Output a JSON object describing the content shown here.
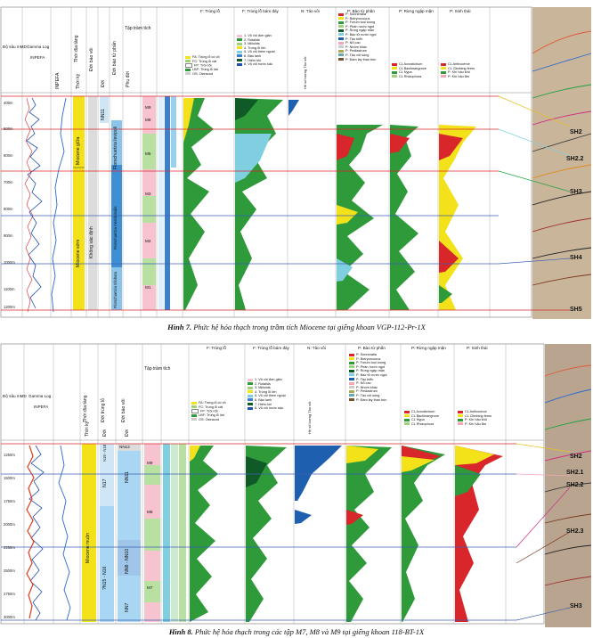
{
  "figure7": {
    "caption_label": "Hình 7.",
    "caption_text": "Phức hệ hóa thạch trong trầm tích Miocene tại giếng khoan VGP-112-Pr-1X",
    "depth_header": "Độ sâu mMD",
    "log_header": "Gamma Log",
    "inpefa_header": "INPEFA",
    "col_inpefa": "INPEFA",
    "col_thoi_dia_tang": "Thời địa tầng",
    "col_thoi_ky": "Thời kỳ",
    "col_doi_bao_voi": "Đới bào vôi",
    "col_doi_bao_phan": "Đới bào tử phấn",
    "col_doi": "Đới",
    "col_phu_doi": "Phụ đới",
    "col_tap_tram_tich": "Tập trầm tích",
    "panel_trung_lo": "F: Trùng lỗ",
    "panel_trung_lo_bam_day": "F: Trùng lỗ bám đáy",
    "panel_tao_voi": "N: Tảo vôi",
    "panel_bao_tu_phan": "P: Bào tử phấn",
    "panel_rung_ngap_man": "P: Rừng ngập mặn",
    "panel_sinh_thai": "P: Sinh thái",
    "epoch_1": "Miocene giữa",
    "epoch_2": "Miocene sớm",
    "zone_1": "NN11",
    "zone_2": "Không xác định",
    "pollen_1": "Florschuetzia levipoli",
    "pollen_2": "Florschuetzia meridionalis",
    "pollen_3": "Florschuetzia trilobata",
    "sequences": [
      "M9",
      "M8",
      "M5",
      "M3",
      "M2",
      "M1"
    ],
    "depth_ticks": [
      "400m",
      "500m",
      "600m",
      "700m",
      "800m",
      "900m",
      "1000m",
      "1100m",
      "1200m"
    ],
    "seismic_labels": [
      "SH2",
      "SH2.2",
      "SH3",
      "SH4",
      "SH5"
    ],
    "legend_trung_lo": [
      "FA: Trùng lỗ có vỏ",
      "FC: Trùng lỗ cát",
      "FP: Trôi nổi",
      "LBF: Trùng lỗ lớn",
      "OS: Ostracod"
    ],
    "legend_bam_day": [
      "1. Vỏ vôi đơn giản",
      "2. Rotalids",
      "3. Miliolids",
      "4. Trùng lỗ lớn",
      "5. Vỏ vôi thềm ngoài",
      "6. Bậu lạnh",
      "7. Hiếm khi",
      "8. Vỏ vôi nước sâu"
    ],
    "legend_bao_tu": [
      "P: Sonneratia",
      "P: Botryococcus",
      "P: Forum tool loong",
      "P: Phấn nước ngọt",
      "P: Rừng ngập mặn",
      "P: Bào tử nước ngọt",
      "P: Tảo biển",
      "P: Nổ cao",
      "P: Nhóm khác",
      "P: Pediastrum",
      "P: Tảo vôi sông",
      "P: Đầm lầy than bùn"
    ],
    "legend_rung": [
      "CL Acrostichum",
      "CL Baclimangrove",
      "CL Nypa",
      "CL Rhizophora"
    ],
    "legend_sinh_thai": [
      "CL Anthocerce",
      "CL Climbing ferns",
      "P: Khí hậu khô",
      "P: Khí hậu ẩm"
    ],
    "tao_voi_note": "Hệ số lượng Tảo vôi"
  },
  "figure8": {
    "caption_label": "Hình 8.",
    "caption_text": "Phức hệ hóa thạch trong các tập M7, M8 và M9 tại giếng khoan 118-BT-1X",
    "depth_header": "Độ sâu mMD",
    "log_header": "Gamma Log",
    "inpefa_header": "INPEFA",
    "col_thoi_dia_tang": "Thời địa tầng",
    "col_thoi_ky": "Thời kỳ",
    "col_doi_trung_lo": "Đới trùng lỗ",
    "col_doi_bao_voi": "Đới bào vôi",
    "col_doi": "Đới",
    "col_tap_tram_tich": "Tập trầm tích",
    "panel_trung_lo": "F: Trùng lỗ",
    "panel_trung_lo_bam_day": "F: Trùng lỗ bám đáy",
    "panel_tao_voi": "N: Tảo vôi",
    "panel_bao_tu_phan": "P: Bào tử phấn",
    "panel_rung_ngap_man": "P: Rừng ngập mặn",
    "panel_sinh_thai": "P: Sinh thái",
    "epoch_1": "Miocene muộn",
    "zone_a": "N19 - N18",
    "zone_b": "N17",
    "zone_c": "?N15 - N16",
    "nn_1": "NN12",
    "nn_2": "NN11",
    "nn_3": "NN8 - NN10",
    "nn_4": "NN7",
    "sequences": [
      "M9",
      "M8",
      "M7"
    ],
    "depth_ticks": [
      "1250m",
      "1500m",
      "1750m",
      "2000m",
      "2250m",
      "2500m",
      "2750m",
      "3000m"
    ],
    "seismic_labels": [
      "SH2",
      "SH2.1",
      "SH2.2",
      "SH2.3",
      "SH3"
    ],
    "legend_trung_lo": [
      "FA: Trùng lỗ có vỏ",
      "FC: Trùng lỗ cát",
      "FP: Trôi nổi",
      "LBF: Trùng lỗ lớn",
      "OS: Ostracod"
    ],
    "legend_bam_day": [
      "1. Vỏ vôi đơn giản",
      "2. Rotalids",
      "3. Miliolids",
      "4. Trùng lỗ lớn",
      "5. Vỏ vôi thềm ngoài",
      "6. Bậu lạnh",
      "7. Hiếm khi",
      "8. Vỏ vôi nước sâu"
    ],
    "legend_bao_tu": [
      "P: Sonneratia",
      "P: Botryococcus",
      "P: Forum tool loong",
      "P: Phấn nước ngọt",
      "P: Rừng ngập mặn",
      "P: Bào tử nước ngọt",
      "P: Tảo biển",
      "P: Nổ cao",
      "P: Nhóm khác",
      "P: Pediastrum",
      "P: Tảo vôi sông",
      "P: Đầm lầy than bùn"
    ],
    "legend_rung": [
      "CL Acrostichum",
      "CL Baclimangrove",
      "CL Nypa",
      "CL Rhizophora"
    ],
    "legend_sinh_thai": [
      "CL Anthocerce",
      "CL Climbing ferns",
      "P: Khí hậu khô",
      "P: Khí hậu ẩm"
    ],
    "tao_voi_note": "Hệ số lượng Tảo vôi"
  },
  "colors": {
    "green": "#2e9a3a",
    "lightgreen": "#9fd07a",
    "yellow": "#f3e21a",
    "red": "#d8262a",
    "blue": "#1f5fb0",
    "cyan": "#7fcfe0",
    "pink": "#f2a6b8"
  }
}
